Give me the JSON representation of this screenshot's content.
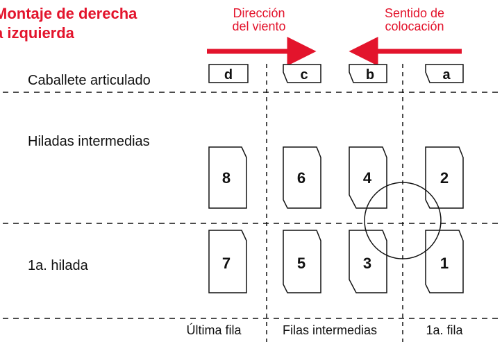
{
  "title": {
    "line1": "Montaje de derecha",
    "line2": "a izquierda"
  },
  "arrows": {
    "wind": {
      "line1": "Dirección",
      "line2": "del viento"
    },
    "laying": {
      "line1": "Sentido de",
      "line2": "colocación"
    }
  },
  "rows": {
    "ridge": "Caballete articulado",
    "middle": "Hiladas intermedias",
    "first": "1a. hilada"
  },
  "columns": {
    "last": "Última fila",
    "middle": "Filas intermedias",
    "first": "1a. fila"
  },
  "ridge_tiles": [
    "d",
    "c",
    "b",
    "a"
  ],
  "tiles_upper": [
    "8",
    "6",
    "4",
    "2"
  ],
  "tiles_lower": [
    "7",
    "5",
    "3",
    "1"
  ],
  "colors": {
    "accent": "#e3142c",
    "line": "#111111"
  }
}
